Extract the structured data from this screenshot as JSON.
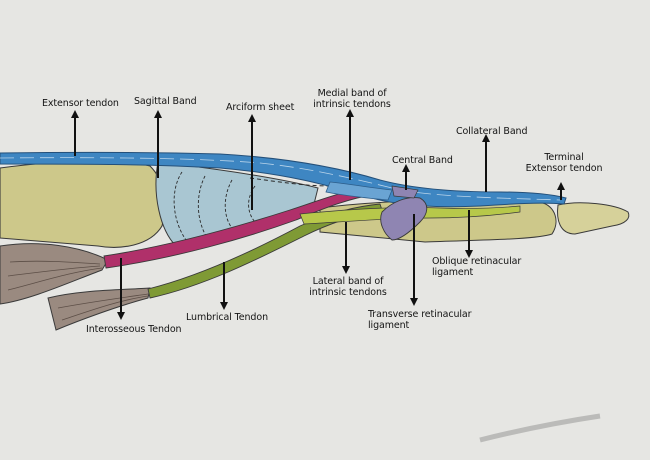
{
  "diagram": {
    "labels": {
      "extensor_tendon": "Extensor tendon",
      "sagittal_band": "Sagittal Band",
      "arciform_sheet": "Arciform sheet",
      "medial_band": "Medial band of\nintrinsic tendons",
      "central_band": "Central Band",
      "collateral_band": "Collateral Band",
      "terminal_extensor": "Terminal\nExtensor tendon",
      "oblique_retinacular": "Oblique retinacular\nligament",
      "lateral_band": "Lateral band of\nintrinsic tendons",
      "transverse_retinacular": "Transverse retinacular\nligament",
      "lumbrical_tendon": "Lumbrical Tendon",
      "interosseous_tendon": "Interosseous Tendon"
    },
    "colors": {
      "paper": "#e6e6e3",
      "bone": "#cdc88a",
      "extensor_tendon": "#3e86c2",
      "interosseous_tendon": "#b0306a",
      "lumbrical_tendon": "#7f9a35",
      "hood": "#a9c6d2",
      "ligament": "#8f85b2",
      "muscle": "#9a8a80",
      "arrow": "#111111"
    }
  }
}
